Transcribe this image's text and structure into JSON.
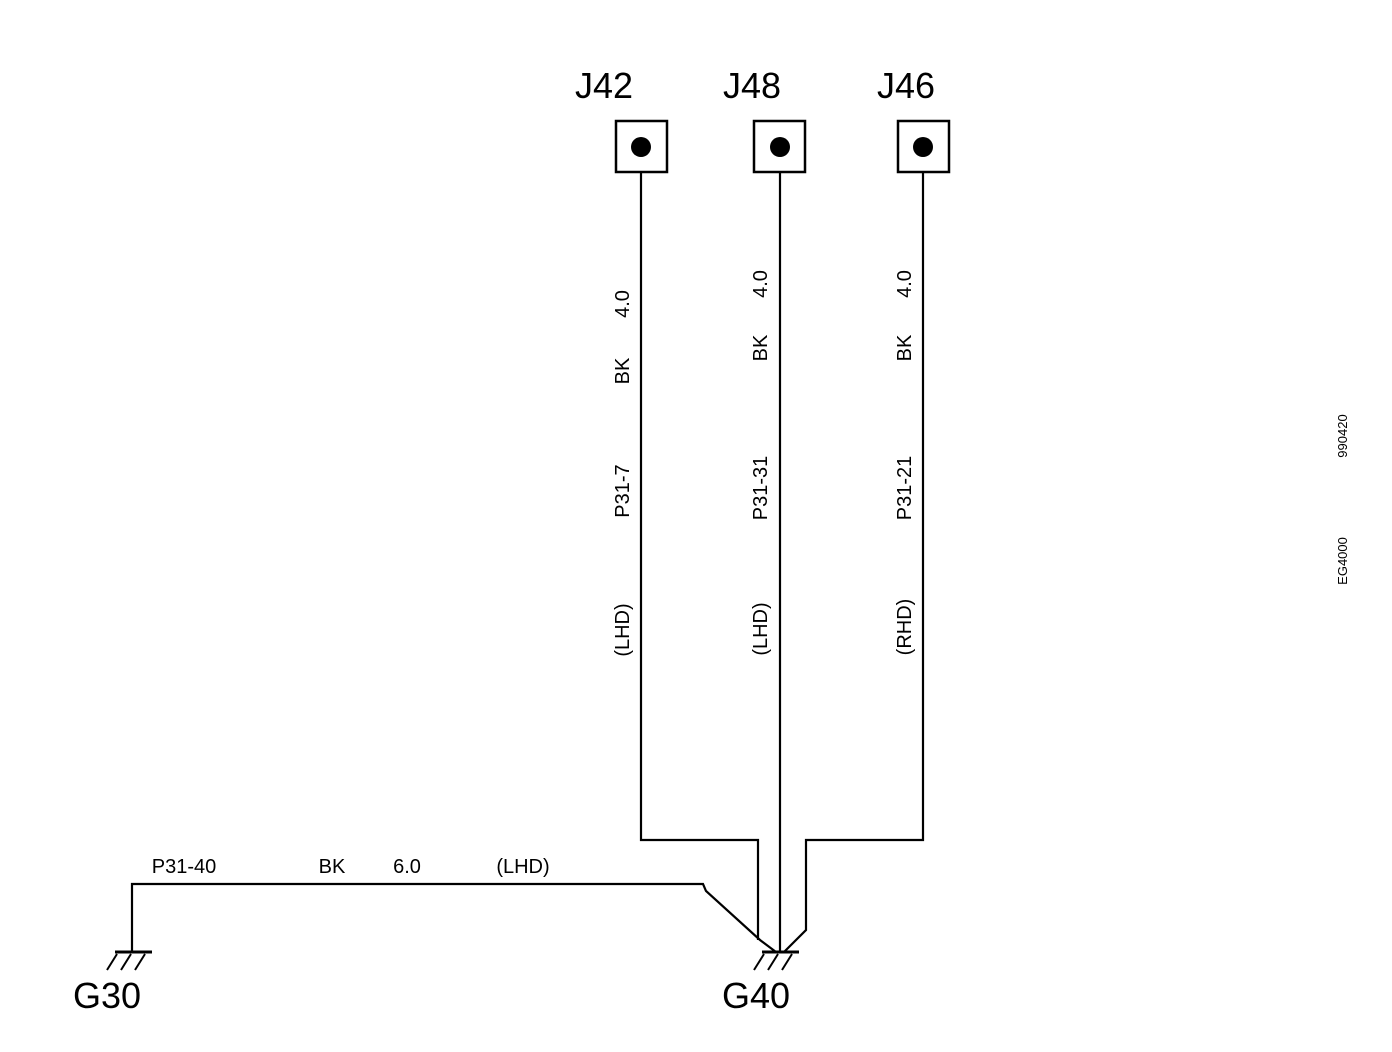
{
  "connectors": [
    {
      "id": "J42"
    },
    {
      "id": "J48"
    },
    {
      "id": "J46"
    }
  ],
  "vertical_wires": [
    {
      "color": "BK",
      "size": "4.0",
      "pin": "P31-7",
      "variant": "(LHD)"
    },
    {
      "color": "BK",
      "size": "4.0",
      "pin": "P31-31",
      "variant": "(LHD)"
    },
    {
      "color": "BK",
      "size": "4.0",
      "pin": "P31-21",
      "variant": "(RHD)"
    }
  ],
  "horizontal_wire": {
    "pin": "P31-40",
    "color": "BK",
    "size": "6.0",
    "variant": "(LHD)"
  },
  "grounds": [
    {
      "id": "G30"
    },
    {
      "id": "G40"
    }
  ],
  "reference": {
    "code": "990420",
    "figure": "EG4000"
  }
}
